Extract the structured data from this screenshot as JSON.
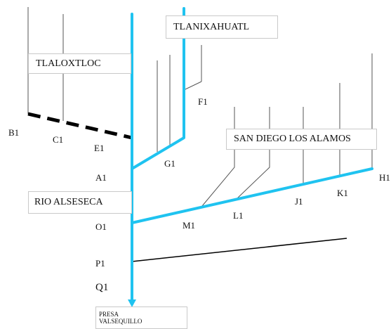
{
  "colors": {
    "river": "#1fc3f0",
    "tributary": "#555555",
    "dashed": "#000000",
    "outfall": "#000000"
  },
  "boxes": {
    "tlaloxtloc": "TLALOXTLOC",
    "tlanixahuatl": "TLANIXAHUATL",
    "san_diego": "SAN DIEGO LOS ALAMOS",
    "rio_alseseca": "RIO ALSESECA",
    "presa_line1": "PRESA",
    "presa_line2": "VALSEQUILLO"
  },
  "points": {
    "B1": "B1",
    "C1": "C1",
    "E1": "E1",
    "F1": "F1",
    "G1": "G1",
    "A1": "A1",
    "H1": "H1",
    "K1": "K1",
    "J1": "J1",
    "L1": "L1",
    "M1": "M1",
    "O1": "O1",
    "P1": "P1",
    "Q1": "Q1"
  }
}
